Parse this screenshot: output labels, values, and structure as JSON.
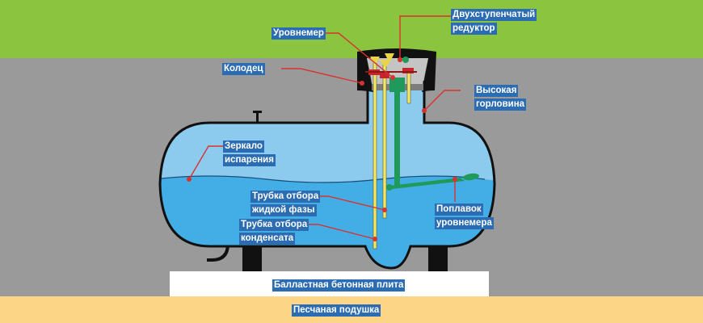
{
  "diagram": {
    "title": "Схема подземного газгольдера",
    "colors": {
      "grass": "#8bc43f",
      "soil": "#9a9a9a",
      "gas_zone": "#8ccbee",
      "liquid_zone": "#43aee6",
      "tank_outline": "#111111",
      "pipe_yellow": "#f2e76b",
      "float_green": "#1f9a5a",
      "valve_red": "#c8262c",
      "leader_red": "#d9322e",
      "label_bg": "#2b6cb3",
      "slab": "#ffffff",
      "sand": "#fdd586"
    },
    "labels": {
      "reducer": [
        "Двухступенчатый",
        "редуктор"
      ],
      "level_gauge": [
        "Уровнемер"
      ],
      "well": [
        "Колодец"
      ],
      "high_neck": [
        "Высокая",
        "горловина"
      ],
      "evaporation_mirror": [
        "Зеркало",
        "испарения"
      ],
      "liquid_phase_tube": [
        "Трубка отбора",
        "жидкой фазы"
      ],
      "condensate_tube": [
        "Трубка отбора",
        "конденсата"
      ],
      "gauge_float": [
        "Поплавок",
        "уровнемера"
      ],
      "ballast_slab": [
        "Балластная бетонная плита"
      ],
      "sand_cushion": [
        "Песчаная подушка"
      ]
    }
  }
}
